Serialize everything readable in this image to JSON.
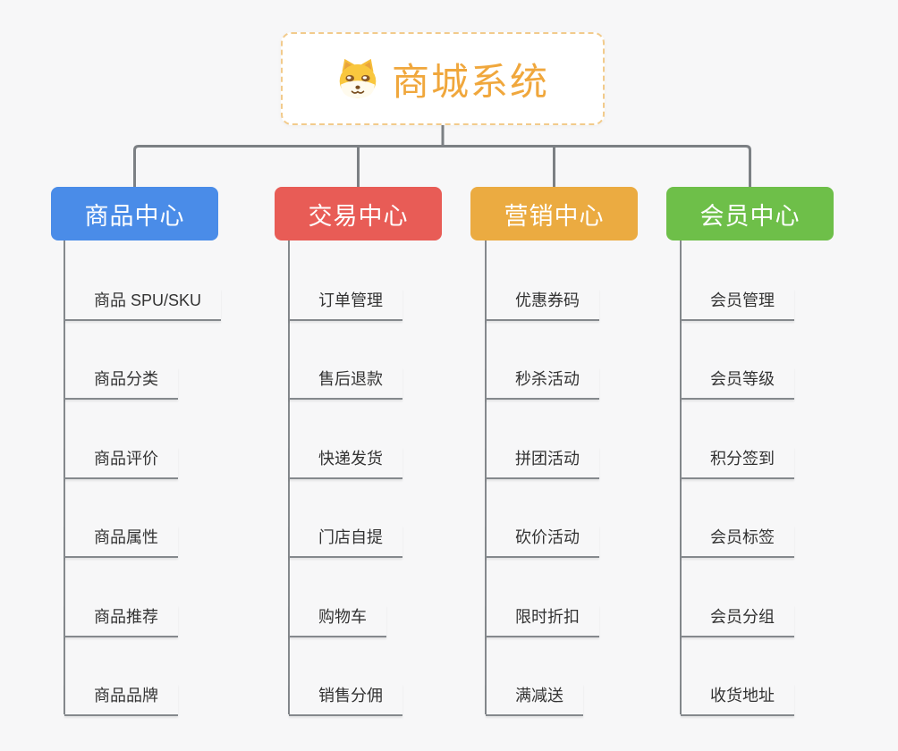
{
  "canvas": {
    "background": "#F7F7F8",
    "connector_color": "#7C8084",
    "line_color": "#85898D"
  },
  "root": {
    "label": "商城系统",
    "icon": "doge-icon",
    "text_color": "#F0A73C",
    "border_color": "#F2CB8C"
  },
  "branches": [
    {
      "label": "商品中心",
      "color": "#4A8CE8",
      "children": [
        "商品 SPU/SKU",
        "商品分类",
        "商品评价",
        "商品属性",
        "商品推荐",
        "商品品牌"
      ]
    },
    {
      "label": "交易中心",
      "color": "#E85C56",
      "children": [
        "订单管理",
        "售后退款",
        "快递发货",
        "门店自提",
        "购物车",
        "销售分佣"
      ]
    },
    {
      "label": "营销中心",
      "color": "#EBAB41",
      "children": [
        "优惠券码",
        "秒杀活动",
        "拼团活动",
        "砍价活动",
        "限时折扣",
        "满减送"
      ]
    },
    {
      "label": "会员中心",
      "color": "#6EBF49",
      "children": [
        "会员管理",
        "会员等级",
        "积分签到",
        "会员标签",
        "会员分组",
        "收货地址"
      ]
    }
  ]
}
